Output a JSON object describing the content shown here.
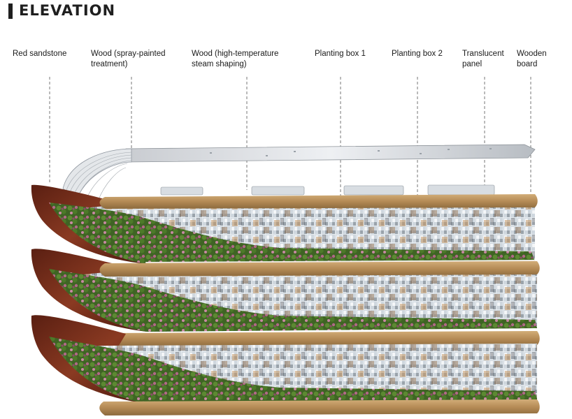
{
  "title": "ELEVATION",
  "labels": [
    {
      "id": "red-sandstone",
      "text": "Red sandstone"
    },
    {
      "id": "wood-spray",
      "text": "Wood (spray-painted treatment)"
    },
    {
      "id": "wood-steam",
      "text": "Wood (high-temperature steam shaping)"
    },
    {
      "id": "planting-box-1",
      "text": "Planting box 1"
    },
    {
      "id": "planting-box-2",
      "text": "Planting box 2"
    },
    {
      "id": "translucent-panel",
      "text": "Translucent panel"
    },
    {
      "id": "wooden-board",
      "text": "Wooden board"
    }
  ],
  "colors": {
    "sandstone": "#7a2f1c",
    "wood": "#b48a55",
    "foliage": "#4f7a2c",
    "flowers": "#b06a86",
    "glass": "#dce4ea"
  }
}
